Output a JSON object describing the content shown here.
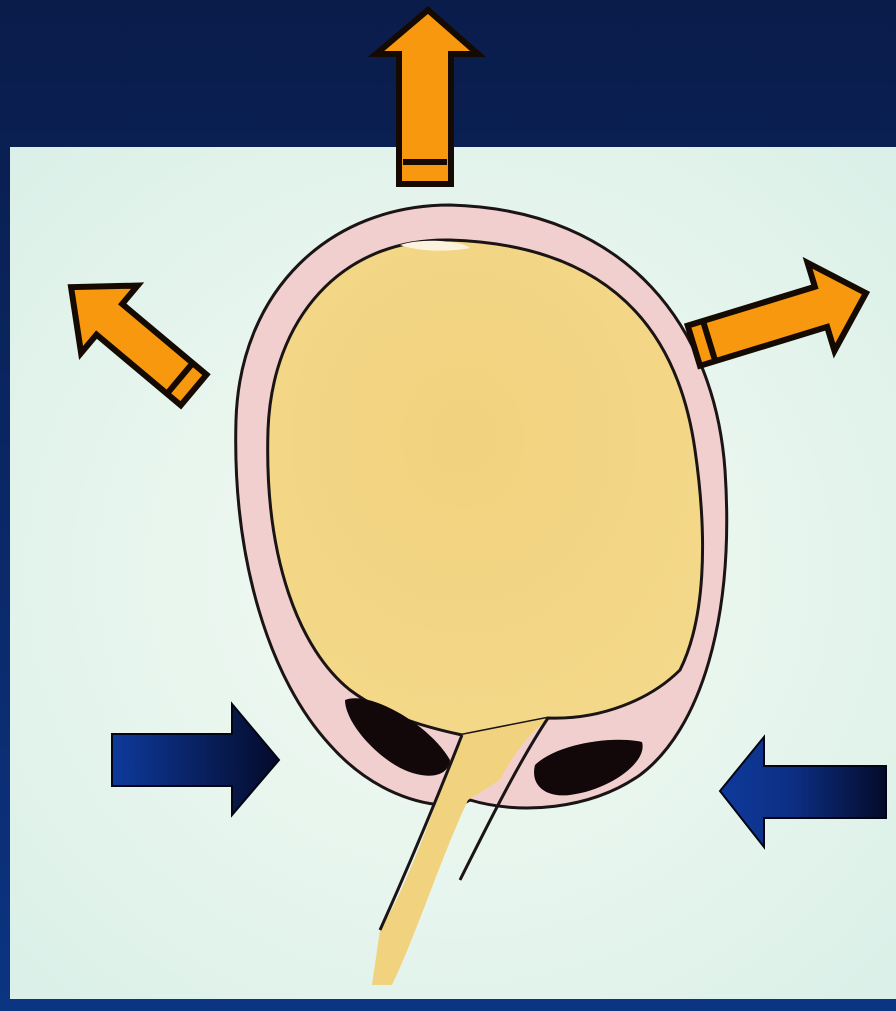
{
  "colors": {
    "background_top": "#0a1c4a",
    "background_bottom": "#0b3482",
    "illustration_paper": "#e3f3ec",
    "bladder_wall": "#f2cfcf",
    "bladder_contents": "#f1d27e",
    "muscle": "#120809",
    "outward_arrow": "#f7980f",
    "inward_arrow": "#0c2e82"
  },
  "diagram": {
    "description_icons": {
      "outward_arrow_icon": "outward-pressure-arrow",
      "inward_arrow_icon": "inward-pressure-arrow"
    },
    "outward_arrow_count": 3,
    "inward_arrow_count": 2
  }
}
